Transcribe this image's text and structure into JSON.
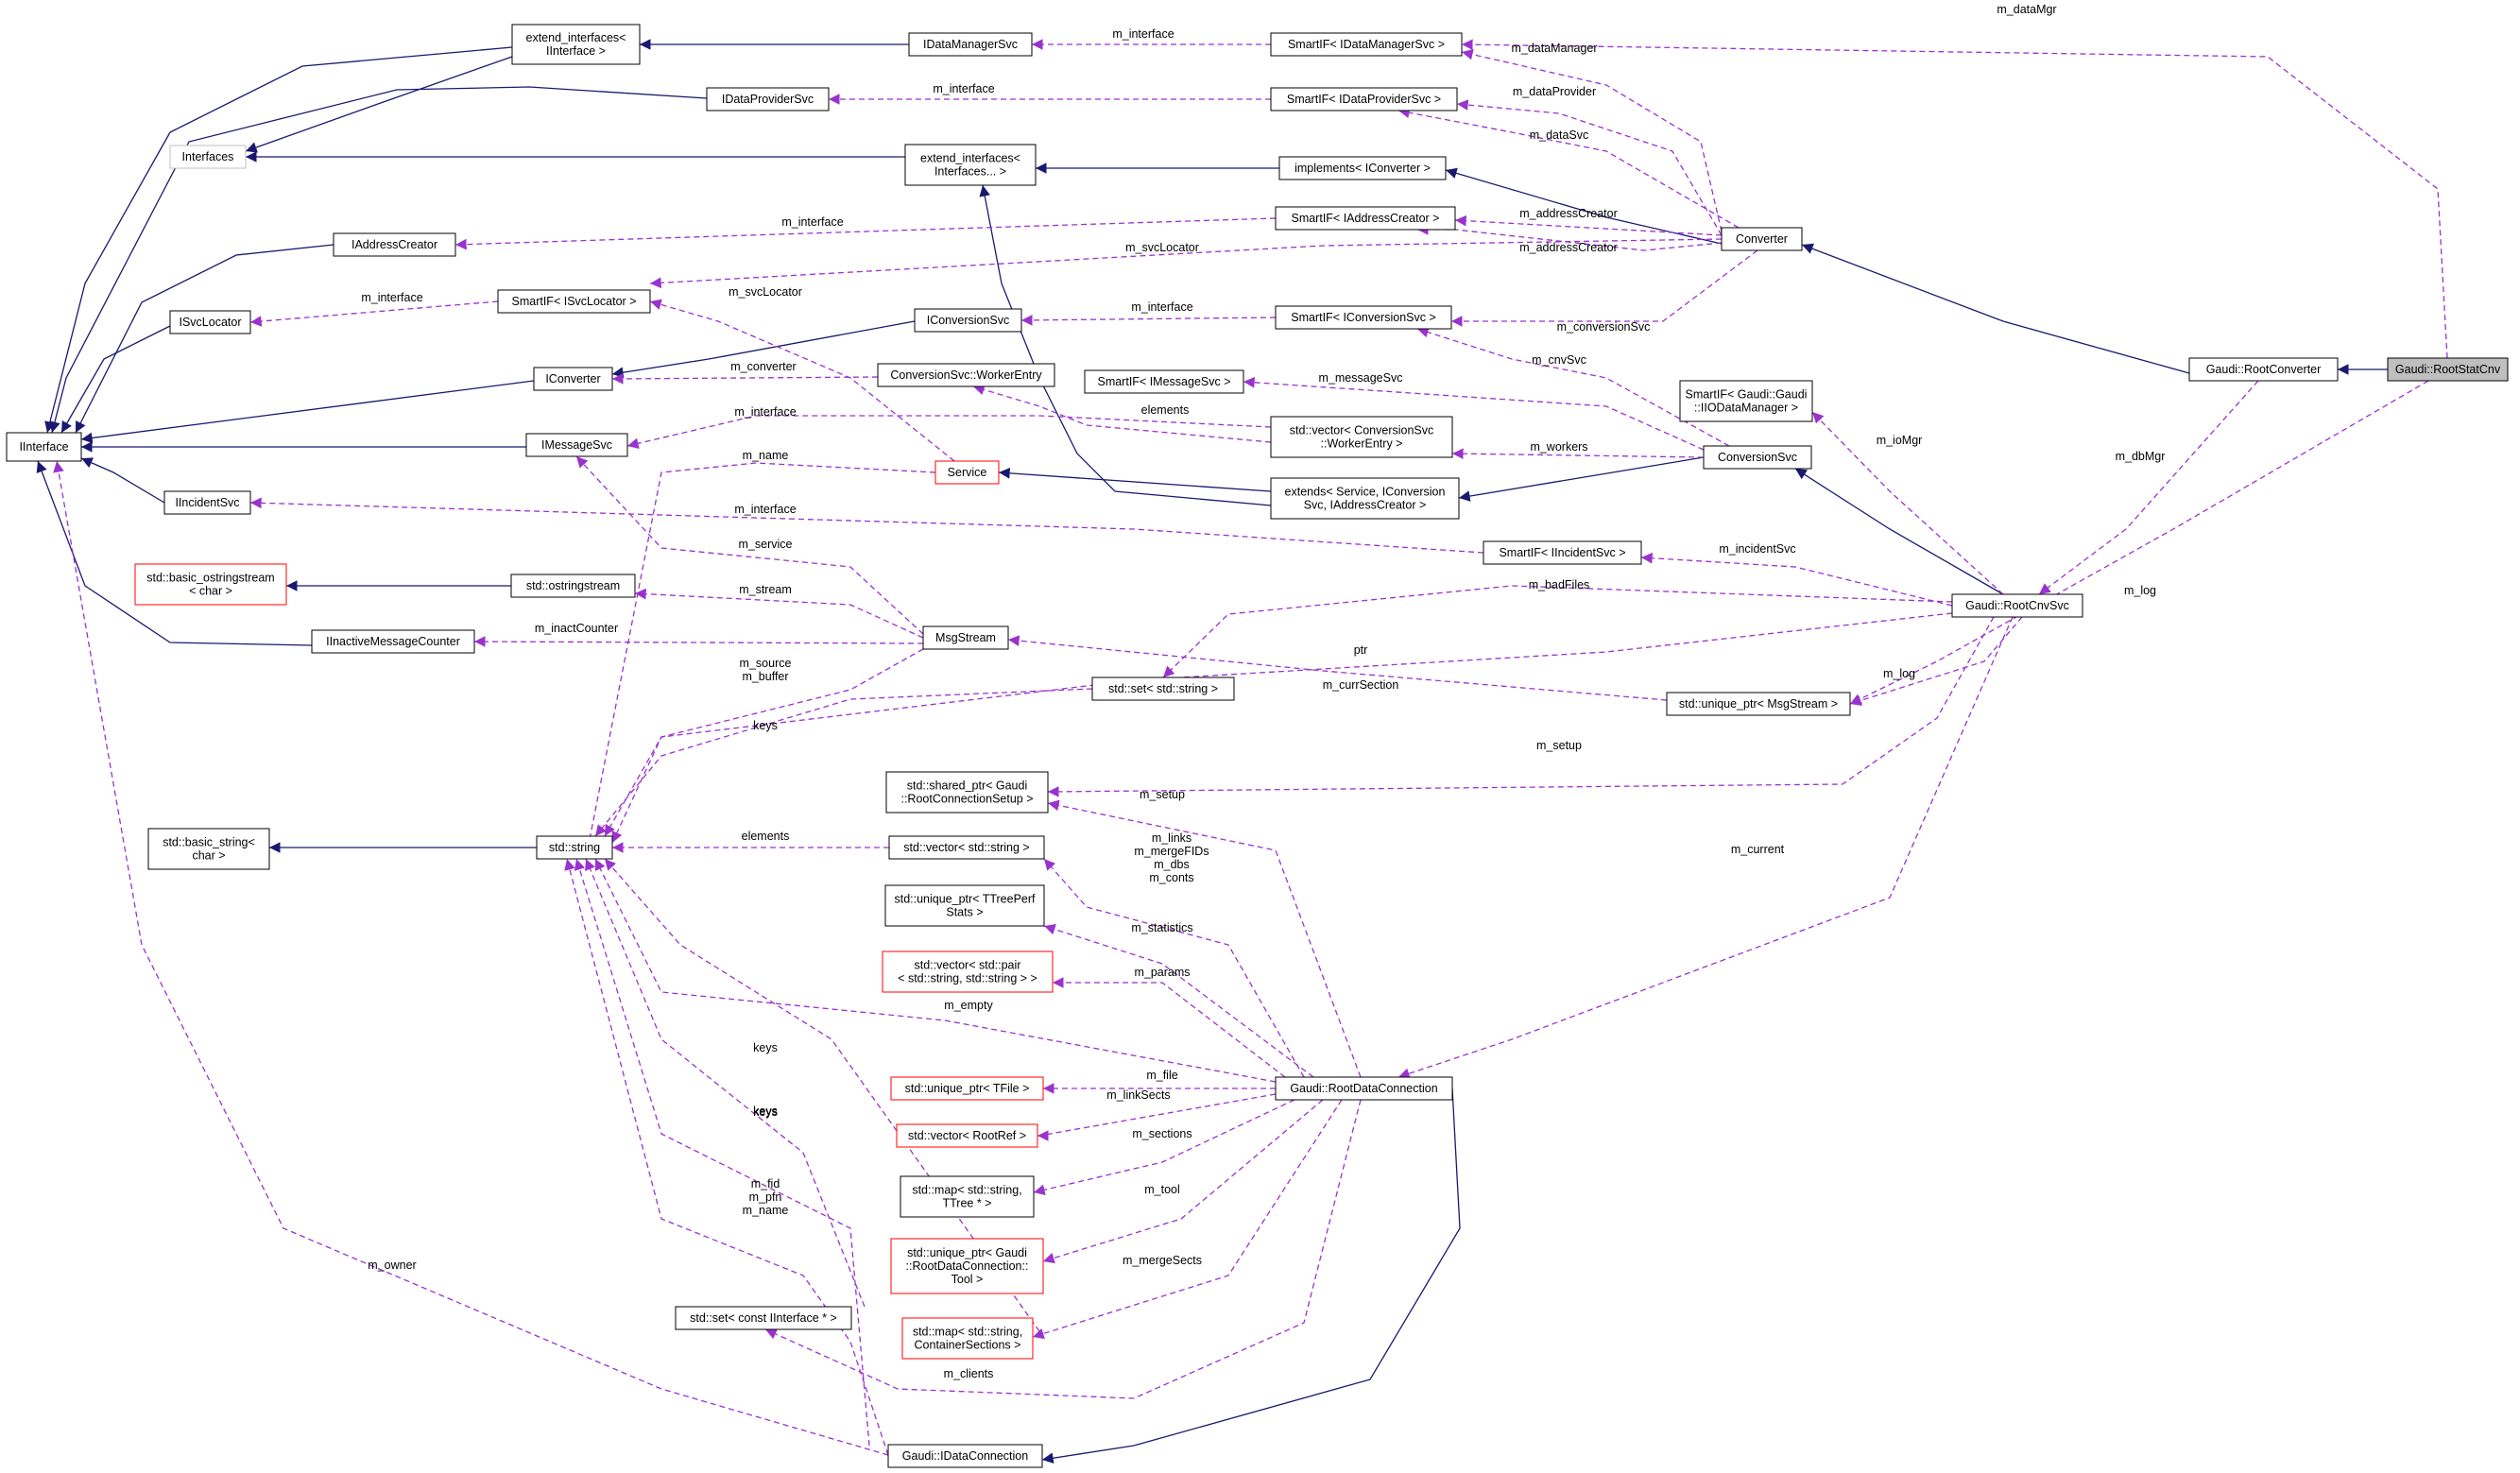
{
  "colors": {
    "inherit": "#191970",
    "usage": "#9a32cd",
    "box_border": "#000000",
    "box_border_red": "#ff0000",
    "box_border_gray": "#bfbfbf",
    "highlight_fill": "#bfbfbf",
    "background": "#ffffff"
  },
  "nodes": [
    {
      "id": "IInterface",
      "lines": [
        "IInterface"
      ],
      "style": "normal"
    },
    {
      "id": "extend_IInterface",
      "lines": [
        "extend_interfaces<",
        "IInterface >"
      ],
      "style": "normal"
    },
    {
      "id": "Interfaces",
      "lines": [
        "Interfaces"
      ],
      "style": "gray"
    },
    {
      "id": "IDataManagerSvc",
      "lines": [
        "IDataManagerSvc"
      ],
      "style": "normal"
    },
    {
      "id": "IDataProviderSvc",
      "lines": [
        "IDataProviderSvc"
      ],
      "style": "normal"
    },
    {
      "id": "SmartIF_IDataManagerSvc",
      "lines": [
        "SmartIF< IDataManagerSvc >"
      ],
      "style": "normal"
    },
    {
      "id": "SmartIF_IDataProviderSvc",
      "lines": [
        "SmartIF< IDataProviderSvc >"
      ],
      "style": "normal"
    },
    {
      "id": "extend_Interfaces",
      "lines": [
        "extend_interfaces<",
        "Interfaces... >"
      ],
      "style": "normal"
    },
    {
      "id": "implements_IConverter",
      "lines": [
        "implements< IConverter >"
      ],
      "style": "normal"
    },
    {
      "id": "IAddressCreator",
      "lines": [
        "IAddressCreator"
      ],
      "style": "normal"
    },
    {
      "id": "SmartIF_IAddressCreator",
      "lines": [
        "SmartIF< IAddressCreator >"
      ],
      "style": "normal"
    },
    {
      "id": "Converter",
      "lines": [
        "Converter"
      ],
      "style": "normal"
    },
    {
      "id": "ISvcLocator",
      "lines": [
        "ISvcLocator"
      ],
      "style": "normal"
    },
    {
      "id": "SmartIF_ISvcLocator",
      "lines": [
        "SmartIF< ISvcLocator >"
      ],
      "style": "normal"
    },
    {
      "id": "IConversionSvc",
      "lines": [
        "IConversionSvc"
      ],
      "style": "normal"
    },
    {
      "id": "SmartIF_IConversionSvc",
      "lines": [
        "SmartIF< IConversionSvc >"
      ],
      "style": "normal"
    },
    {
      "id": "IConverter",
      "lines": [
        "IConverter"
      ],
      "style": "normal"
    },
    {
      "id": "WorkerEntry",
      "lines": [
        "ConversionSvc::WorkerEntry"
      ],
      "style": "normal"
    },
    {
      "id": "SmartIF_IMessageSvc",
      "lines": [
        "SmartIF< IMessageSvc >"
      ],
      "style": "normal"
    },
    {
      "id": "SmartIF_IIODataManager",
      "lines": [
        "SmartIF< Gaudi::Gaudi",
        "::IIODataManager >"
      ],
      "style": "normal"
    },
    {
      "id": "RootConverter",
      "lines": [
        "Gaudi::RootConverter"
      ],
      "style": "normal"
    },
    {
      "id": "RootStatCnv",
      "lines": [
        "Gaudi::RootStatCnv"
      ],
      "style": "highlight"
    },
    {
      "id": "IMessageSvc",
      "lines": [
        "IMessageSvc"
      ],
      "style": "normal"
    },
    {
      "id": "vector_WorkerEntry",
      "lines": [
        "std::vector< ConversionSvc",
        "::WorkerEntry >"
      ],
      "style": "normal"
    },
    {
      "id": "ConversionSvc",
      "lines": [
        "ConversionSvc"
      ],
      "style": "normal"
    },
    {
      "id": "Service",
      "lines": [
        "Service"
      ],
      "style": "red"
    },
    {
      "id": "extends_Service",
      "lines": [
        "extends< Service, IConversion",
        "Svc, IAddressCreator >"
      ],
      "style": "normal"
    },
    {
      "id": "IIncidentSvc",
      "lines": [
        "IIncidentSvc"
      ],
      "style": "normal"
    },
    {
      "id": "SmartIF_IIncidentSvc",
      "lines": [
        "SmartIF< IIncidentSvc >"
      ],
      "style": "normal"
    },
    {
      "id": "basic_ostringstream",
      "lines": [
        "std::basic_ostringstream",
        "< char >"
      ],
      "style": "red"
    },
    {
      "id": "ostringstream",
      "lines": [
        "std::ostringstream"
      ],
      "style": "normal"
    },
    {
      "id": "RootCnvSvc",
      "lines": [
        "Gaudi::RootCnvSvc"
      ],
      "style": "normal"
    },
    {
      "id": "IInactiveMessageCounter",
      "lines": [
        "IInactiveMessageCounter"
      ],
      "style": "normal"
    },
    {
      "id": "MsgStream",
      "lines": [
        "MsgStream"
      ],
      "style": "normal"
    },
    {
      "id": "set_string",
      "lines": [
        "std::set< std::string >"
      ],
      "style": "normal"
    },
    {
      "id": "unique_ptr_MsgStream",
      "lines": [
        "std::unique_ptr< MsgStream >"
      ],
      "style": "normal"
    },
    {
      "id": "shared_ptr_Setup",
      "lines": [
        "std::shared_ptr< Gaudi",
        "::RootConnectionSetup >"
      ],
      "style": "normal"
    },
    {
      "id": "basic_string",
      "lines": [
        "std::basic_string<",
        "char >"
      ],
      "style": "normal"
    },
    {
      "id": "string",
      "lines": [
        "std::string"
      ],
      "style": "normal"
    },
    {
      "id": "vector_string",
      "lines": [
        "std::vector< std::string >"
      ],
      "style": "normal"
    },
    {
      "id": "unique_ptr_TTreePerfStats",
      "lines": [
        "std::unique_ptr< TTreePerf",
        "Stats >"
      ],
      "style": "normal"
    },
    {
      "id": "vector_pair",
      "lines": [
        "std::vector< std::pair",
        "< std::string, std::string > >"
      ],
      "style": "red"
    },
    {
      "id": "unique_ptr_TFile",
      "lines": [
        "std::unique_ptr< TFile >"
      ],
      "style": "red"
    },
    {
      "id": "RootDataConnection",
      "lines": [
        "Gaudi::RootDataConnection"
      ],
      "style": "normal"
    },
    {
      "id": "vector_RootRef",
      "lines": [
        "std::vector< RootRef >"
      ],
      "style": "red"
    },
    {
      "id": "map_TTree",
      "lines": [
        "std::map< std::string,",
        "TTree * >"
      ],
      "style": "normal"
    },
    {
      "id": "unique_ptr_Tool",
      "lines": [
        "std::unique_ptr< Gaudi",
        "::RootDataConnection::",
        "Tool >"
      ],
      "style": "red"
    },
    {
      "id": "map_ContainerSections",
      "lines": [
        "std::map< std::string,",
        "ContainerSections >"
      ],
      "style": "red"
    },
    {
      "id": "set_IInterface",
      "lines": [
        "std::set< const IInterface * >"
      ],
      "style": "normal"
    },
    {
      "id": "IDataConnection",
      "lines": [
        "Gaudi::IDataConnection"
      ],
      "style": "normal"
    }
  ],
  "edge_labels": [
    {
      "id": "m_dataMgr",
      "text": "m_dataMgr"
    },
    {
      "id": "m_interface_1",
      "text": "m_interface"
    },
    {
      "id": "m_dataManager",
      "text": "m_dataManager"
    },
    {
      "id": "m_interface_2",
      "text": "m_interface"
    },
    {
      "id": "m_dataProvider",
      "text": "m_dataProvider"
    },
    {
      "id": "m_dataSvc",
      "text": "m_dataSvc"
    },
    {
      "id": "m_interface_3",
      "text": "m_interface"
    },
    {
      "id": "m_addressCreator_1",
      "text": "m_addressCreator"
    },
    {
      "id": "m_svcLocator_1",
      "text": "m_svcLocator"
    },
    {
      "id": "m_addressCreator_2",
      "text": "m_addressCreator"
    },
    {
      "id": "m_interface_4",
      "text": "m_interface"
    },
    {
      "id": "m_svcLocator_2",
      "text": "m_svcLocator"
    },
    {
      "id": "m_interface_5",
      "text": "m_interface"
    },
    {
      "id": "m_conversionSvc",
      "text": "m_conversionSvc"
    },
    {
      "id": "m_converter",
      "text": "m_converter"
    },
    {
      "id": "m_cnvSvc",
      "text": "m_cnvSvc"
    },
    {
      "id": "m_messageSvc",
      "text": "m_messageSvc"
    },
    {
      "id": "m_interface_6",
      "text": "m_interface"
    },
    {
      "id": "elements_1",
      "text": "elements"
    },
    {
      "id": "m_workers",
      "text": "m_workers"
    },
    {
      "id": "m_ioMgr",
      "text": "m_ioMgr"
    },
    {
      "id": "m_name_1",
      "text": "m_name"
    },
    {
      "id": "m_dbMgr",
      "text": "m_dbMgr"
    },
    {
      "id": "m_interface_7",
      "text": "m_interface"
    },
    {
      "id": "m_incidentSvc",
      "text": "m_incidentSvc"
    },
    {
      "id": "m_service",
      "text": "m_service"
    },
    {
      "id": "m_stream",
      "text": "m_stream"
    },
    {
      "id": "m_badFiles",
      "text": "m_badFiles"
    },
    {
      "id": "m_log_1",
      "text": "m_log"
    },
    {
      "id": "m_inactCounter",
      "text": "m_inactCounter"
    },
    {
      "id": "ptr",
      "text": "ptr"
    },
    {
      "id": "m_source_buffer",
      "text": "m_source\nm_buffer"
    },
    {
      "id": "m_currSection",
      "text": "m_currSection"
    },
    {
      "id": "m_log_2",
      "text": "m_log"
    },
    {
      "id": "keys_1",
      "text": "keys"
    },
    {
      "id": "m_setup_1",
      "text": "m_setup"
    },
    {
      "id": "m_setup_2",
      "text": "m_setup"
    },
    {
      "id": "elements_2",
      "text": "elements"
    },
    {
      "id": "m_current",
      "text": "m_current"
    },
    {
      "id": "m_links_group",
      "text": "m_links\nm_mergeFIDs\nm_dbs\nm_conts"
    },
    {
      "id": "keys_2",
      "text": "keys"
    },
    {
      "id": "m_statistics",
      "text": "m_statistics"
    },
    {
      "id": "m_params",
      "text": "m_params"
    },
    {
      "id": "m_empty",
      "text": "m_empty"
    },
    {
      "id": "keys_3",
      "text": "keys"
    },
    {
      "id": "m_file",
      "text": "m_file"
    },
    {
      "id": "m_linkSects",
      "text": "m_linkSects"
    },
    {
      "id": "keys_4",
      "text": "keys"
    },
    {
      "id": "m_sections",
      "text": "m_sections"
    },
    {
      "id": "m_fid_group",
      "text": "m_fid\nm_pfn\nm_name"
    },
    {
      "id": "m_tool",
      "text": "m_tool"
    },
    {
      "id": "m_owner",
      "text": "m_owner"
    },
    {
      "id": "m_mergeSects",
      "text": "m_mergeSects"
    },
    {
      "id": "m_clients",
      "text": "m_clients"
    }
  ]
}
